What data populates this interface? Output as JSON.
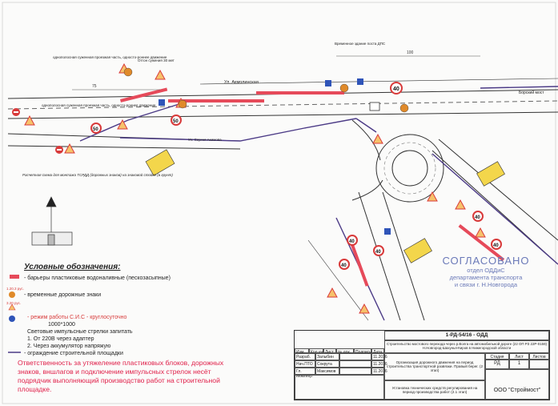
{
  "annotations": {
    "single_lane_left": "однополосная суженная проезжая часть, односто-роннее движение",
    "narrowing_start": "Отгон сужения 30 мет",
    "single_lane_mid": "однополосная суженная проезжая часть, односто-роннее движение",
    "temp_building": "Временное здание поста ДПС",
    "street_top": "Ул. Акмолинская",
    "street_mid": "Ул. Сергея Акимова",
    "bridge": "Борский мост",
    "dim_100": "100",
    "dim_75": "75",
    "mount_scheme": "Расчетная схема для монтажа ТСРДД (дорожных знаков) на знаковой стойке (в грунт)",
    "speed_40": "40",
    "speed_50": "50"
  },
  "legend": {
    "title": "Условные обозначения:",
    "barrier": "- барьеры пластиковые водоналивные (пескозасыпные)",
    "temp_signs": "- временные дорожные знаки",
    "sign_code_1": "1.20.3 рус.",
    "sign_code_2": "3.20 рус.",
    "sis_mode": "- режим работы С.И.С - круглосуточно",
    "sis_size": "1000*1000",
    "arrows_power": "Световые импульсные стрелки запитать",
    "power_1": "1. От 220В через адаптер",
    "power_2": "2. Через аккумулятор напряжую",
    "fence": "- ограждение строительной площадки"
  },
  "warning": {
    "text": "Ответственность за утяжеление пластиковых блоков, дорожных знаков, вншлагов и подключение импульсных стрелок несёт подрядчик выполняющий производство работ на строительной площадке."
  },
  "stamp": {
    "title": "СОГЛАСОВАНО",
    "line1": "отдел ОДДиС",
    "line2": "департамента транспорта",
    "line3": "и связи г. Н.Новгорода"
  },
  "title_block": {
    "code": "1-РД-54/16 - ОДД",
    "project": "Строительство мостового перехода через р.Волга на автомобильной дороге (22 ОП РЗ 22Р-0159) Н.Новгород-Шахунья-Киров в Нижегородской области",
    "sheet_title": "Организация дорожного движения на период строительства транспортной развязки. Правый берег. (2 этап)",
    "drawing_title": "Установка технических средств регулирования на период производства работ (2.1 этап)",
    "headers": [
      "Изм.",
      "Кол.уч",
      "Лист",
      "№ док.",
      "Подпись",
      "Дата"
    ],
    "role_1": "Разраб.",
    "name_1": "Залыбин",
    "date_1": "11.2016",
    "role_2": "Нач.ПТО",
    "name_2": "Сокрута",
    "date_2": "11.2016",
    "role_3": "Гл. инженер",
    "name_3": "Максимов",
    "date_3": "11.2016",
    "stage_label": "Стадия",
    "sheet_label": "Лист",
    "sheets_label": "Листов",
    "stage": "РД",
    "sheet": "1",
    "company": "ООО \"Строймост\""
  }
}
